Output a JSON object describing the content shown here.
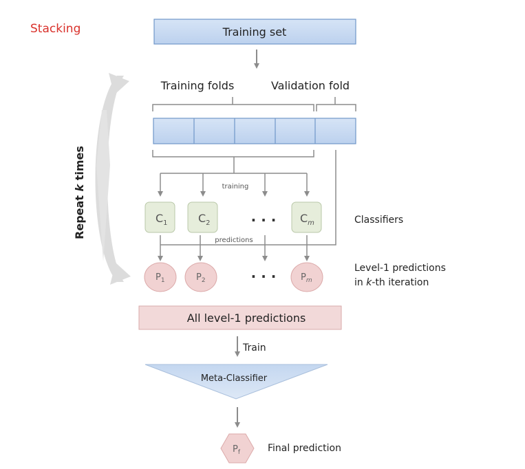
{
  "page_title": "Stacking",
  "training_set": "Training set",
  "training_folds_label": "Training folds",
  "validation_fold_label": "Validation fold",
  "repeat": {
    "prefix": "Repeat ",
    "k": "k",
    "suffix": " times"
  },
  "training_edge_label": "training",
  "predictions_edge_label": "predictions",
  "classifiers": {
    "c1": {
      "base": "C",
      "sub": "1"
    },
    "c2": {
      "base": "C",
      "sub": "2"
    },
    "cm": {
      "base": "C",
      "sub": "m"
    },
    "ellipsis": "· · ·",
    "label": "Classifiers"
  },
  "predictions": {
    "p1": {
      "base": "P",
      "sub": "1"
    },
    "p2": {
      "base": "P",
      "sub": "2"
    },
    "pm": {
      "base": "P",
      "sub": "m"
    },
    "ellipsis": "· · ·",
    "label_line1": "Level-1 predictions",
    "label_line2_pre": "in ",
    "label_line2_k": "k",
    "label_line2_post": "-th iteration"
  },
  "all_level1": "All level-1 predictions",
  "train_label": "Train",
  "meta_classifier": "Meta-Classifier",
  "final": {
    "base": "P",
    "sub": "f",
    "label": "Final prediction"
  },
  "colors": {
    "title_red": "#d9312b",
    "box_blue_fill": "#c9dbf2",
    "box_blue_stroke": "#6f96c9",
    "classifier_fill": "#e6eddb",
    "classifier_stroke": "#b9c8a8",
    "prediction_fill": "#f1d2d2",
    "prediction_stroke": "#dcaaaa",
    "all_pred_fill": "#f2d9d9",
    "all_pred_stroke": "#d8aaaa",
    "line_gray": "#8c8c8c",
    "big_arrow_gray": "#dcdcdc"
  }
}
